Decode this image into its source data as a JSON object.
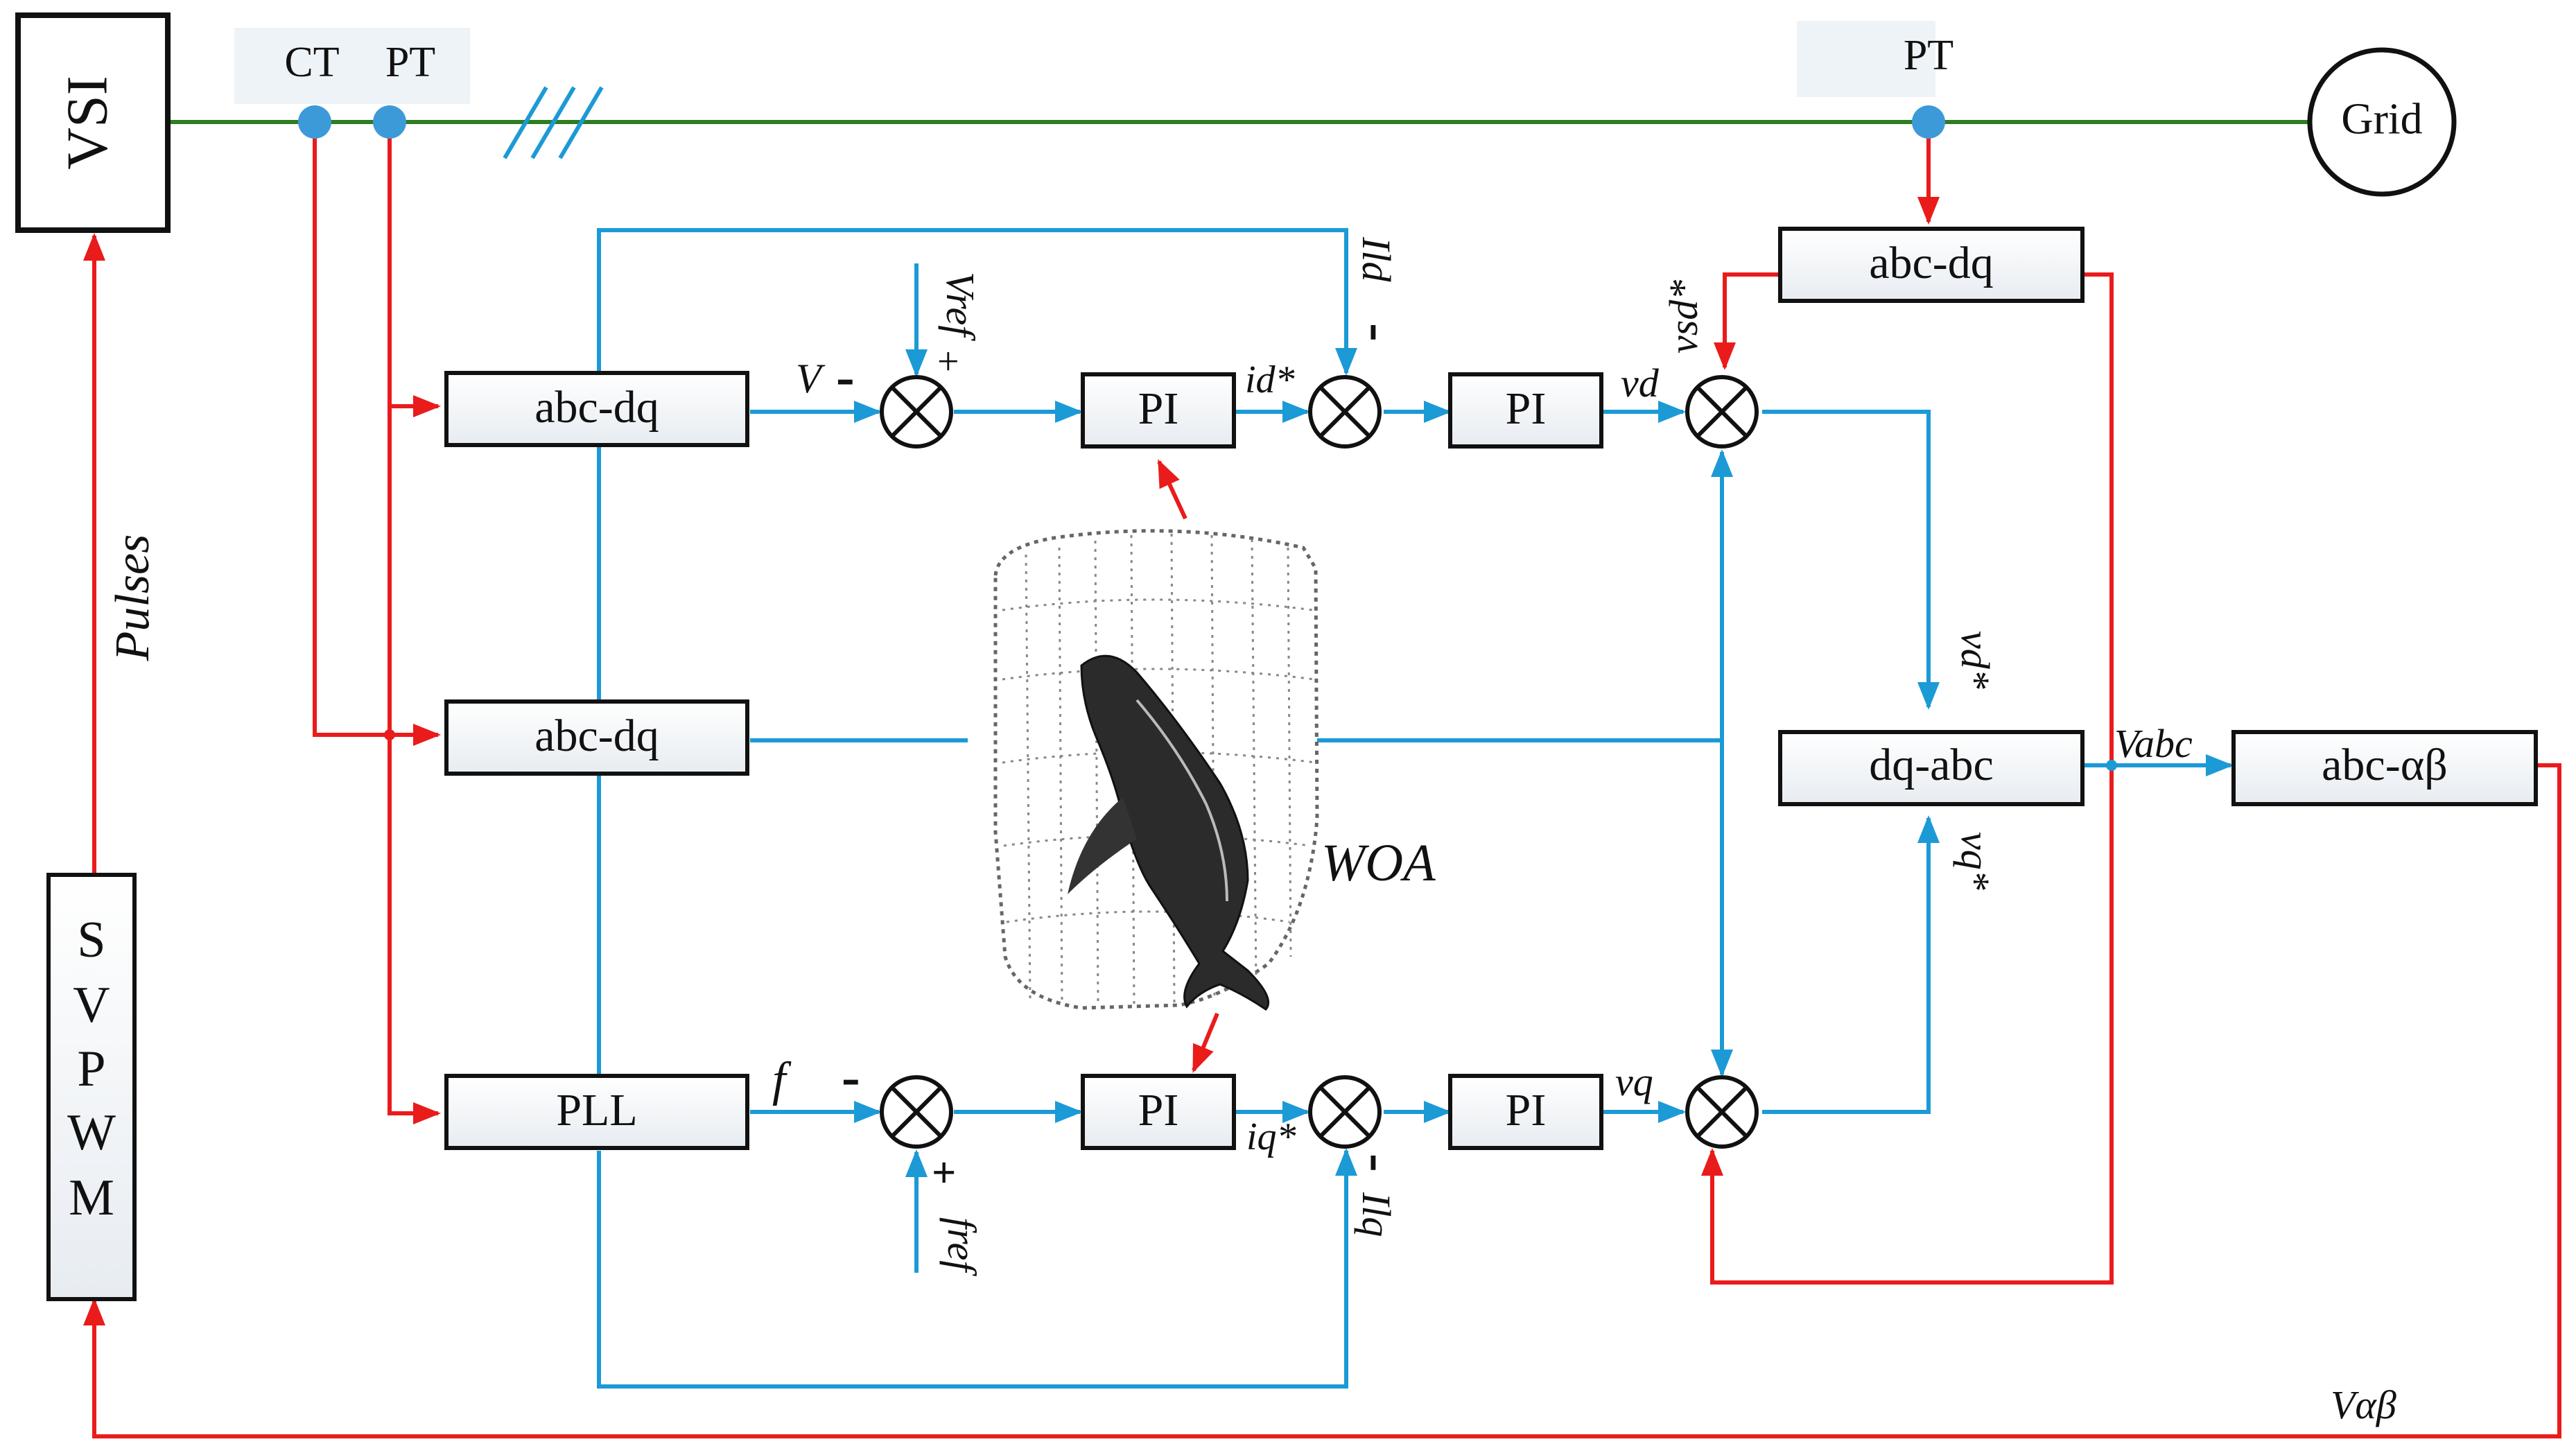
{
  "blocks": {
    "vsi": "VSI",
    "grid": "Grid",
    "svpwm": [
      "S",
      "V",
      "P",
      "W",
      "M"
    ],
    "abc_dq_top": "abc-dq",
    "abc_dq_mid": "abc-dq",
    "pll": "PLL",
    "pi_1": "PI",
    "pi_2": "PI",
    "pi_3": "PI",
    "pi_4": "PI",
    "abc_dq_grid": "abc-dq",
    "dq_abc": "dq-abc",
    "abc_ab": "abc-αβ"
  },
  "sensors": {
    "ct": "CT",
    "pt_1": "PT",
    "pt_2": "PT"
  },
  "signals": {
    "pulses": "Pulses",
    "v": "V",
    "vref": "Vref",
    "id_star": "id*",
    "ild": "Ild",
    "vd": "vd",
    "vsd_star": "vsd*",
    "vd_star": "vd*",
    "vq_star": "vq*",
    "vabc": "Vabc",
    "f": "f",
    "fref": "fref",
    "iq_star": "iq*",
    "ilq": "Ilq",
    "vq": "vq",
    "valphabeta": "Vαβ",
    "woa": "WOA"
  },
  "signs": {
    "minus": "-",
    "plus": "+"
  },
  "colors": {
    "power_line": "#2e7d23",
    "control_signal": "#1c9ad6",
    "measurement_signal": "#ea1b1b",
    "sensor_dot": "#3d9ad8"
  }
}
